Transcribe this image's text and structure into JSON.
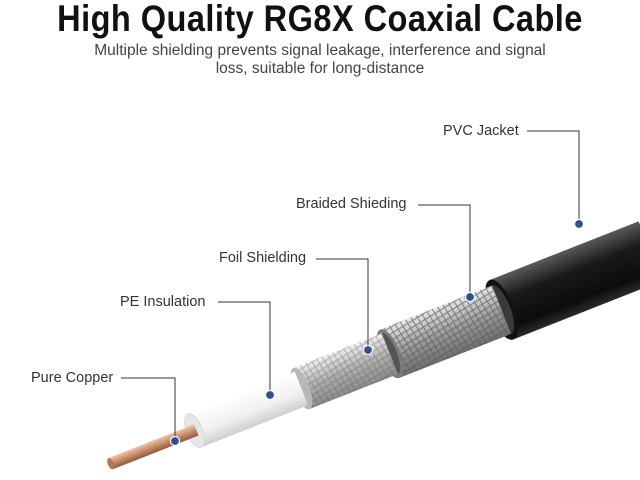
{
  "title": "High Quality RG8X Coaxial Cable",
  "subtitle": "Multiple shielding prevents signal leakage, interference and signal loss, suitable for long-distance",
  "labels": {
    "pvc_jacket": "PVC Jacket",
    "braided_shielding": "Braided Shieding",
    "foil_shielding": "Foil Shielding",
    "pe_insulation": "PE Insulation",
    "pure_copper": "Pure Copper"
  },
  "colors": {
    "jacket": "#1c1c1c",
    "braid": "#b5b5b5",
    "foil": "#c9c9c9",
    "insulation": "#f4f4f4",
    "copper": "#c98c6a",
    "dot": "#2f4f8f",
    "leader": "#333333"
  }
}
